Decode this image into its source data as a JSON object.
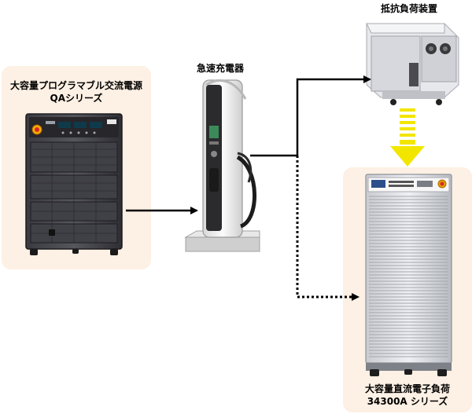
{
  "source_panel": {
    "title_line1": "大容量プログラマブル交流電源",
    "title_line2": "QAシリーズ"
  },
  "charger": {
    "title": "急速充電器"
  },
  "resistive_load": {
    "title": "抵抗負荷装置"
  },
  "electronic_load_panel": {
    "title_line1": "大容量直流電子負荷",
    "title_line2": "34300A シリーズ"
  },
  "colors": {
    "panel_bg": "#fdf0e4",
    "arrow_yellow": "#f2e600",
    "connector": "#000000"
  },
  "icons": [
    "ac-power-source-icon",
    "ev-charger-icon",
    "resistive-load-bank-icon",
    "dc-electronic-load-icon"
  ]
}
